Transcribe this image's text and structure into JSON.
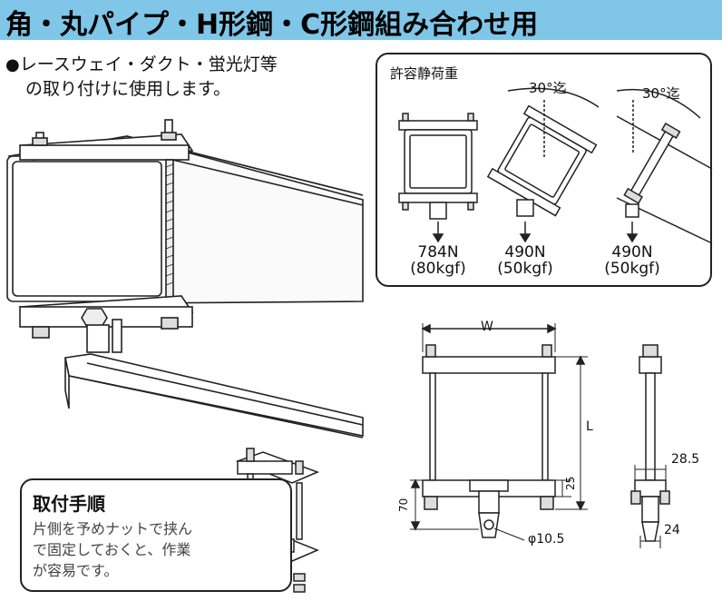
{
  "header": {
    "title": "角・丸パイプ・H形鋼・C形鋼組み合わせ用",
    "bg_color": "#7fc6e8"
  },
  "intro": {
    "bullet": "●",
    "line1": "レースウェイ・ダクト・蛍光灯等",
    "line2": "の取り付けに使用します。"
  },
  "load_box": {
    "title": "許容静荷重",
    "angle_1": "30°迄",
    "angle_2": "30°迄",
    "loads": [
      {
        "newton": "784N",
        "kgf": "(80kgf)"
      },
      {
        "newton": "490N",
        "kgf": "(50kgf)"
      },
      {
        "newton": "490N",
        "kgf": "(50kgf)"
      }
    ]
  },
  "dimensions": {
    "width": "W",
    "length": "L",
    "d25": "25",
    "d70": "70",
    "phi": "φ10.5",
    "d28_5": "28.5",
    "d24": "24"
  },
  "procedure": {
    "title": "取付手順",
    "line1": "片側を予めナットで挟ん",
    "line2": "で固定しておくと、作業",
    "line3": "が容易です。"
  }
}
